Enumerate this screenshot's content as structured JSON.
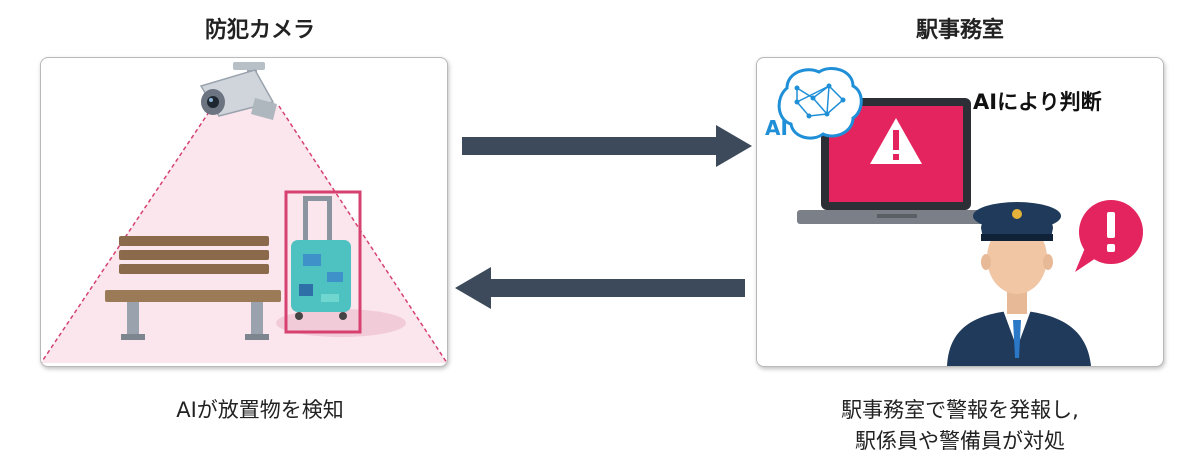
{
  "left_panel": {
    "title": "防犯カメラ",
    "caption": "AIが放置物を検知"
  },
  "right_panel": {
    "title": "駅事務室",
    "ai_judgement_label": "AIにより判断",
    "ai_brain_label": "AI",
    "caption_line1": "駅事務室で警報を発報し,",
    "caption_line2": "駅係員や警備員が対処"
  },
  "colors": {
    "arrow": "#3d4a5c",
    "alert_pink": "#e3245e",
    "detection_box": "#d6416f",
    "camera_area": "#fbe6ee",
    "uniform": "#1f3a5b",
    "brain_blue": "#1f8fd8",
    "suitcase": "#4ec1c1",
    "bench": "#8a6a4b"
  }
}
